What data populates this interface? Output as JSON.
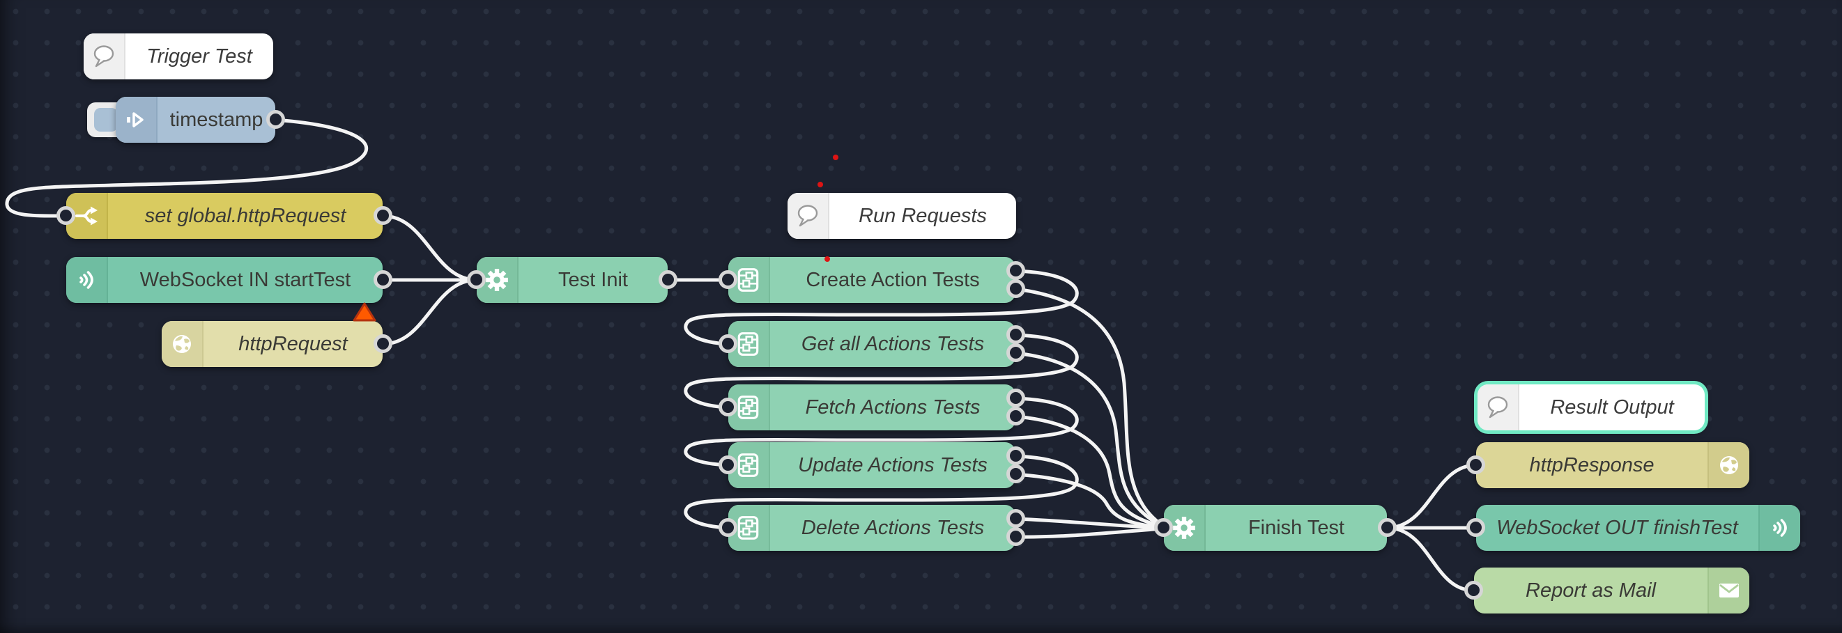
{
  "editor": {
    "kind": "node-red-flow-canvas",
    "theme": "dark"
  },
  "palette": {
    "canvas_background": "#1d2230",
    "grid_dot_color": "#2a3140",
    "wire_color": "#f4f4f4",
    "port_ring_color": "#d6d6d6",
    "selection_ring_color": "#70e9c3",
    "error_triangle_color": "#ff5a00",
    "red_marker_color": "#dd1414",
    "comment_node_color": "#ffffff",
    "inject_node_color": "#a9c0d5",
    "change_node_color": "#d9cb60",
    "websocket_node_color": "#79c7ab",
    "http_request_node_color": "#e2deab",
    "http_response_node_color": "#dcd697",
    "function_node_color": "#8bd0b0",
    "subflow_node_color": "#8fd2b3",
    "mail_node_color": "#b9daa6"
  },
  "nodes": {
    "trigger_test": {
      "label": "Trigger Test",
      "type": "comment",
      "icon": "speech-bubble-icon"
    },
    "timestamp": {
      "label": "timestamp",
      "type": "inject",
      "icon": "inject-arrow-icon",
      "outputs": 1,
      "has_button": true
    },
    "set_global": {
      "label": "set global.httpRequest",
      "type": "change",
      "icon": "fork-arrows-icon",
      "inputs": 1,
      "outputs": 1
    },
    "websocket_in": {
      "label": "WebSocket IN startTest",
      "type": "websocket in",
      "icon": "sound-waves-icon",
      "outputs": 1
    },
    "http_request": {
      "label": "httpRequest",
      "type": "http in",
      "icon": "globe-icon",
      "outputs": 1,
      "error_marker": true
    },
    "test_init": {
      "label": "Test Init",
      "type": "function",
      "icon": "gear-icon",
      "inputs": 1,
      "outputs": 1
    },
    "run_requests": {
      "label": "Run Requests",
      "type": "comment",
      "icon": "speech-bubble-icon"
    },
    "create_action_tests": {
      "label": "Create Action Tests",
      "type": "subflow",
      "icon": "subflow-frame-icon",
      "inputs": 1,
      "outputs": 2
    },
    "get_all_actions_tests": {
      "label": "Get all Actions Tests",
      "type": "subflow",
      "icon": "subflow-frame-icon",
      "inputs": 1,
      "outputs": 2
    },
    "fetch_actions_tests": {
      "label": "Fetch Actions Tests",
      "type": "subflow",
      "icon": "subflow-frame-icon",
      "inputs": 1,
      "outputs": 2
    },
    "update_actions_tests": {
      "label": "Update Actions Tests",
      "type": "subflow",
      "icon": "subflow-frame-icon",
      "inputs": 1,
      "outputs": 2
    },
    "delete_actions_tests": {
      "label": "Delete Actions Tests",
      "type": "subflow",
      "icon": "subflow-frame-icon",
      "inputs": 1,
      "outputs": 2
    },
    "finish_test": {
      "label": "Finish Test",
      "type": "function",
      "icon": "gear-icon",
      "inputs": 1,
      "outputs": 1
    },
    "result_output": {
      "label": "Result Output",
      "type": "comment",
      "icon": "speech-bubble-icon",
      "selected": true
    },
    "http_response": {
      "label": "httpResponse",
      "type": "http response",
      "icon": "globe-icon",
      "inputs": 1
    },
    "websocket_out": {
      "label": "WebSocket OUT finishTest",
      "type": "websocket out",
      "icon": "sound-waves-icon",
      "inputs": 1
    },
    "report_as_mail": {
      "label": "Report as Mail",
      "type": "email",
      "icon": "envelope-icon",
      "inputs": 1
    }
  }
}
